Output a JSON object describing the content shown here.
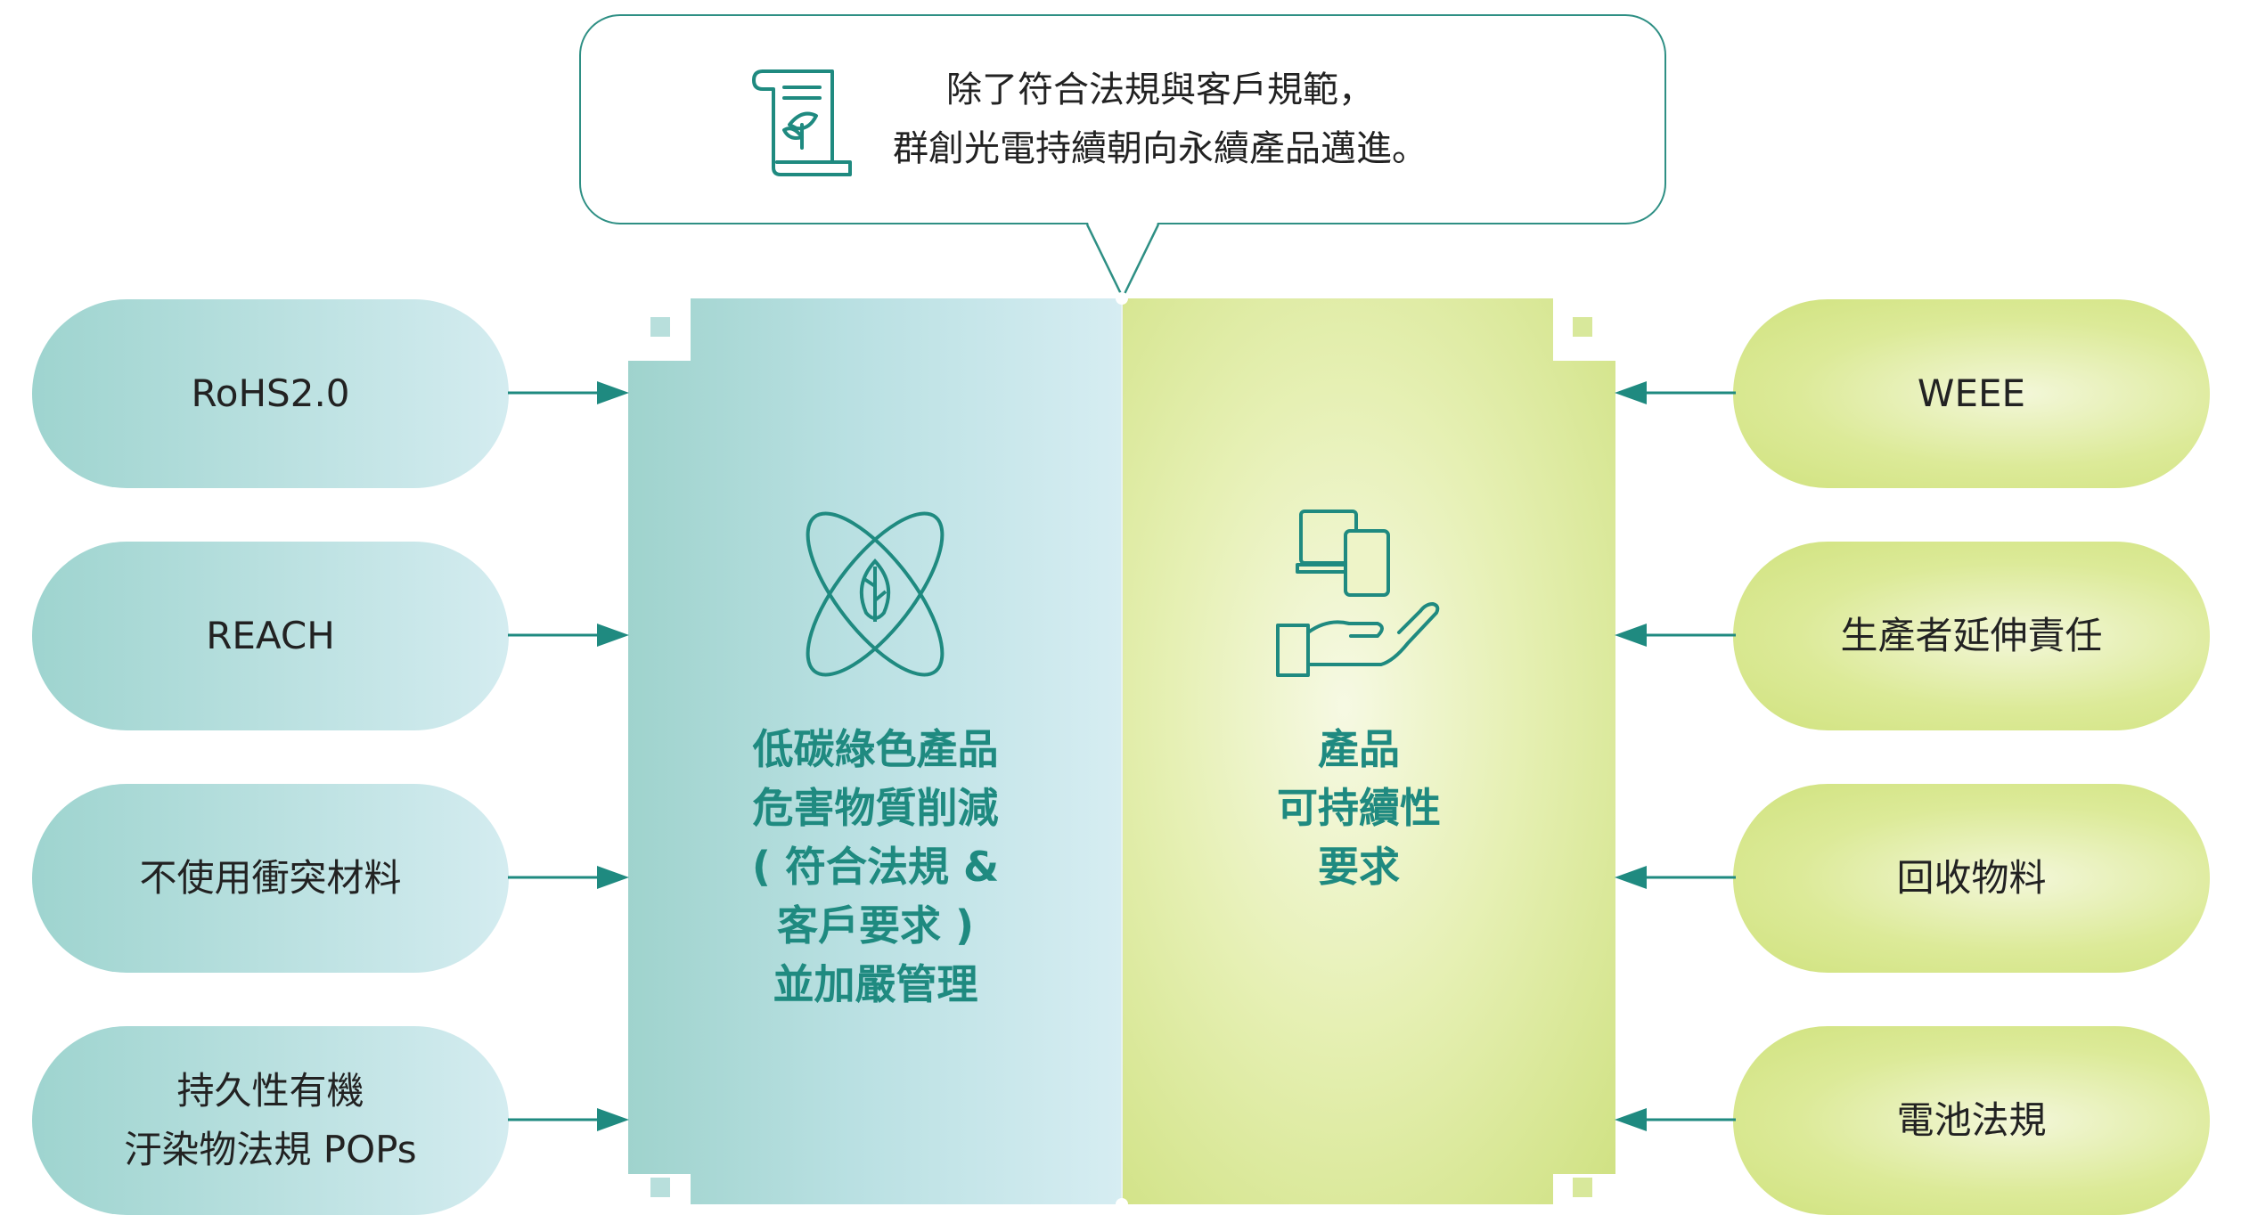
{
  "callout": {
    "line1": "除了符合法規與客戶規範，",
    "line2": "群創光電持續朝向永續產品邁進。",
    "icon": "scroll-leaf-icon"
  },
  "left_items": [
    {
      "lines": [
        "RoHS2.0"
      ]
    },
    {
      "lines": [
        "REACH"
      ]
    },
    {
      "lines": [
        "不使用衝突材料"
      ]
    },
    {
      "lines": [
        "持久性有機",
        "汙染物法規 POPs"
      ]
    }
  ],
  "right_items": [
    {
      "lines": [
        "WEEE"
      ]
    },
    {
      "lines": [
        "生產者延伸責任"
      ]
    },
    {
      "lines": [
        "回收物料"
      ]
    },
    {
      "lines": [
        "電池法規"
      ]
    }
  ],
  "center": {
    "left": {
      "icon": "atom-leaf-icon",
      "lines": [
        "低碳綠色產品",
        "危害物質削減",
        "( 符合法規 &",
        "客戶要求 )",
        "並加嚴管理"
      ]
    },
    "right": {
      "icon": "devices-hand-icon",
      "lines": [
        "產品",
        "可持續性",
        "要求"
      ]
    }
  },
  "colors": {
    "teal_accent": "#1f8a80",
    "teal_light": "#9fd3cd",
    "green_light": "#d0e27e",
    "arrow_teal": "#1f8a80"
  }
}
